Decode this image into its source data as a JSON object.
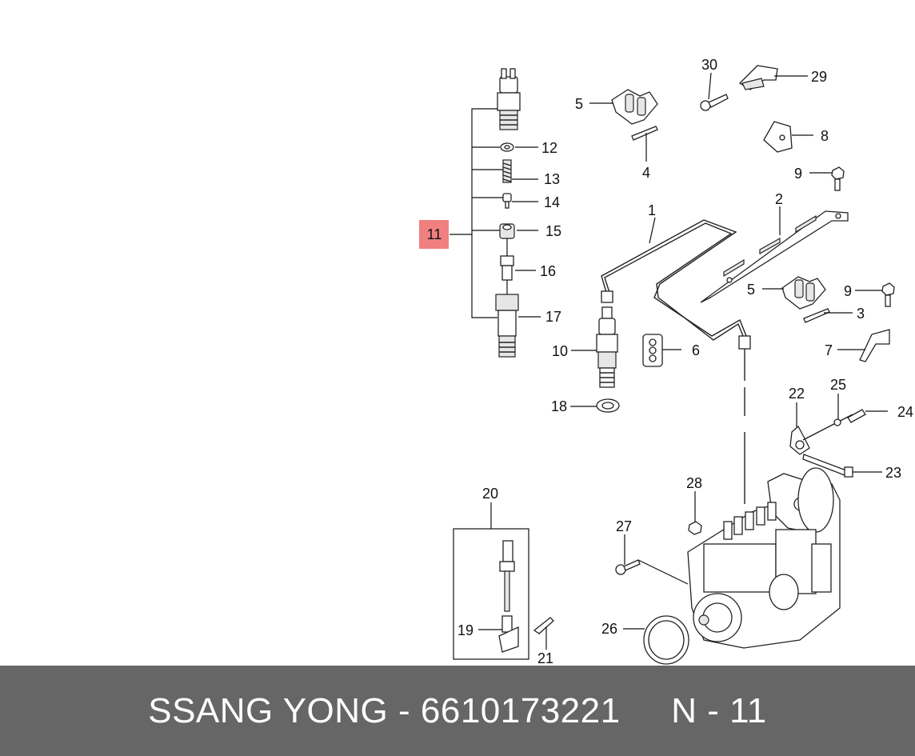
{
  "diagram": {
    "highlight_color": "#f08080",
    "callouts": [
      {
        "id": "c1",
        "text": "1"
      },
      {
        "id": "c2",
        "text": "2"
      },
      {
        "id": "c3",
        "text": "3"
      },
      {
        "id": "c4",
        "text": "4"
      },
      {
        "id": "c5a",
        "text": "5"
      },
      {
        "id": "c5b",
        "text": "5"
      },
      {
        "id": "c6",
        "text": "6"
      },
      {
        "id": "c7",
        "text": "7"
      },
      {
        "id": "c8",
        "text": "8"
      },
      {
        "id": "c9a",
        "text": "9"
      },
      {
        "id": "c9b",
        "text": "9"
      },
      {
        "id": "c10",
        "text": "10"
      },
      {
        "id": "c11",
        "text": "11"
      },
      {
        "id": "c12",
        "text": "12"
      },
      {
        "id": "c13",
        "text": "13"
      },
      {
        "id": "c14",
        "text": "14"
      },
      {
        "id": "c15",
        "text": "15"
      },
      {
        "id": "c16",
        "text": "16"
      },
      {
        "id": "c17",
        "text": "17"
      },
      {
        "id": "c18",
        "text": "18"
      },
      {
        "id": "c19",
        "text": "19"
      },
      {
        "id": "c20",
        "text": "20"
      },
      {
        "id": "c21",
        "text": "21"
      },
      {
        "id": "c22",
        "text": "22"
      },
      {
        "id": "c23",
        "text": "23"
      },
      {
        "id": "c24",
        "text": "24"
      },
      {
        "id": "c25",
        "text": "25"
      },
      {
        "id": "c26",
        "text": "26"
      },
      {
        "id": "c27",
        "text": "27"
      },
      {
        "id": "c28",
        "text": "28"
      },
      {
        "id": "c29",
        "text": "29"
      },
      {
        "id": "c30",
        "text": "30"
      }
    ]
  },
  "footer": {
    "text": "SSANG YONG - 6610173221     N - 11",
    "background": "#666666"
  }
}
